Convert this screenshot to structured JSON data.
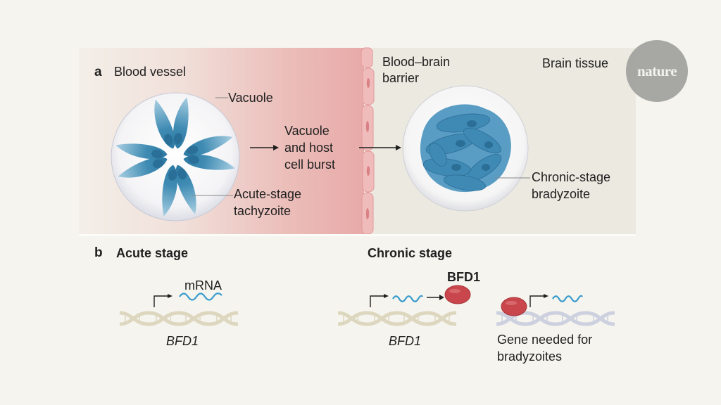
{
  "panel_a": {
    "letter": "a",
    "blood_vessel_label": "Blood vessel",
    "vacuole_label": "Vacuole",
    "burst_label_lines": [
      "Vacuole",
      "and host",
      "cell burst"
    ],
    "tachyzoite_label_lines": [
      "Acute-stage",
      "tachyzoite"
    ],
    "barrier_label_lines": [
      "Blood–brain",
      "barrier"
    ],
    "brain_label": "Brain tissue",
    "bradyzoite_label_lines": [
      "Chronic-stage",
      "bradyzoite"
    ]
  },
  "panel_b": {
    "letter": "b",
    "acute_title": "Acute stage",
    "acute_mrna_label": "mRNA",
    "acute_gene_label": "BFD1",
    "chronic_title": "Chronic stage",
    "chronic_protein_label": "BFD1",
    "chronic_gene_label": "BFD1",
    "target_gene_label_lines": [
      "Gene needed for",
      "bradyzoites"
    ]
  },
  "logo": {
    "text": "nature"
  },
  "colors": {
    "parasite_blue": "#2f7fa8",
    "mrna_blue": "#3a9ccc",
    "protein_red": "#c9474c",
    "dna_beige": "#ddd7bf",
    "dna_lavender": "#cdd0de",
    "vessel_pink": "#e7aaa8",
    "brain_bg": "#ebe9e0"
  }
}
